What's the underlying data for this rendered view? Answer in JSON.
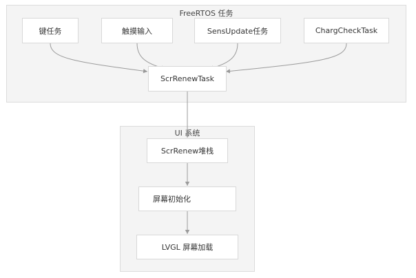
{
  "groups": {
    "freertos": {
      "title": "FreeRTOS 任务"
    },
    "ui": {
      "title": "UI 系统"
    }
  },
  "nodes": {
    "key_task": "键任务",
    "touch_input": "触摸输入",
    "sens_update": "SensUpdate任务",
    "charg_check": "ChargCheckTask",
    "scr_renew_task": "ScrRenewTask",
    "scr_renew_stack": "ScrRenew堆栈",
    "screen_init": "屏幕初始化",
    "lvgl_load": "LVGL 屏幕加载"
  },
  "colors": {
    "edge": "#9a9a9a",
    "group_bg": "#f4f4f4",
    "group_border": "#dcdcdc",
    "node_border": "#d8d8d8"
  }
}
